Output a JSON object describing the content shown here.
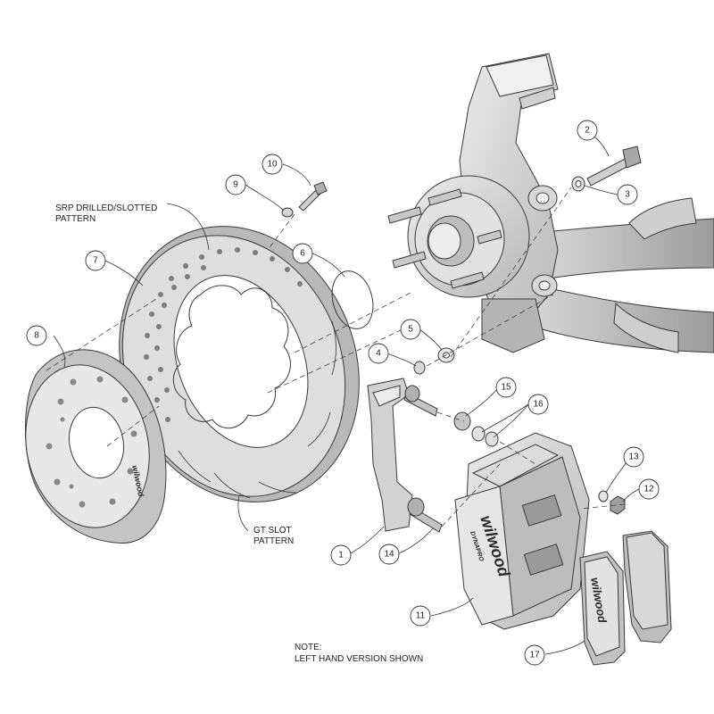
{
  "notes": {
    "srp_line1": "SRP DRILLED/SLOTTED",
    "srp_line2": "PATTERN",
    "gt_line1": "GT SLOT",
    "gt_line2": "PATTERN",
    "note_line1": "NOTE:",
    "note_line2": "LEFT HAND VERSION SHOWN"
  },
  "callouts": [
    "1",
    "2",
    "3",
    "4",
    "5",
    "6",
    "7",
    "8",
    "9",
    "10",
    "11",
    "12",
    "13",
    "14",
    "15",
    "16",
    "17"
  ],
  "branding": {
    "caliper_logo": "wilwood",
    "caliper_sub": "DYNAPRO",
    "pad_logo": "wilwood",
    "hat_logo": "wilwood"
  },
  "colors": {
    "part_fill": "#c9c9c9",
    "part_light": "#e6e6e6",
    "part_dark": "#9a9a9a",
    "line": "#333333"
  }
}
